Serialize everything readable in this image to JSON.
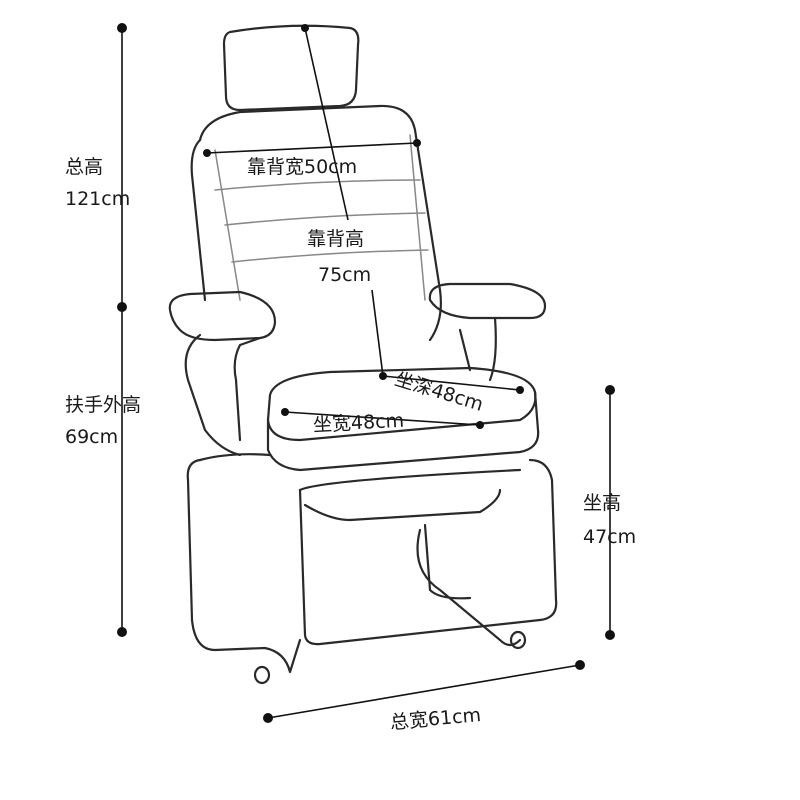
{
  "title": "Chair dimensions",
  "labels": {
    "total_height_title": "总高",
    "total_height_value": "121cm",
    "back_width": "靠背宽50cm",
    "back_height_title": "靠背高",
    "back_height_value": "75cm",
    "armrest_height_title": "扶手外高",
    "armrest_height_value": "69cm",
    "seat_depth": "坐深48cm",
    "seat_width": "坐宽48cm",
    "seat_height_title": "坐高",
    "seat_height_value": "47cm",
    "total_width": "总宽61cm"
  },
  "colors": {
    "line": "#111111",
    "outline": "#2a2a2a"
  }
}
